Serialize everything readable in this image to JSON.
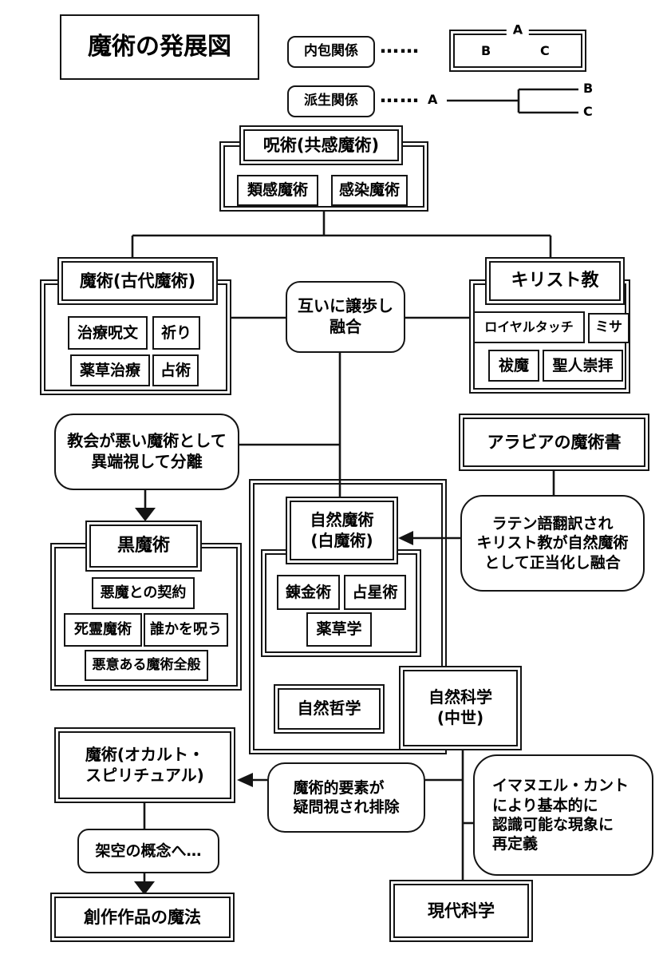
{
  "diagram_title": "魔術の発展図",
  "legend": {
    "inclusion": {
      "label": "内包関係",
      "dots": "……",
      "parent": "A",
      "child_left": "B",
      "child_right": "C"
    },
    "derivation": {
      "label": "派生関係",
      "dots": "……",
      "source": "A",
      "branch_top": "B",
      "branch_bottom": "C"
    }
  },
  "groups": {
    "sorcery": {
      "title": "呪術(共感魔術)",
      "items": [
        "類感魔術",
        "感染魔術"
      ]
    },
    "ancient_magic": {
      "title": "魔術(古代魔術)",
      "items": [
        "治療呪文",
        "祈り",
        "薬草治療",
        "占術"
      ]
    },
    "christianity": {
      "title": "キリスト教",
      "items": [
        "ロイヤルタッチ",
        "ミサ",
        "祓魔",
        "聖人崇拝"
      ]
    },
    "black_magic": {
      "title": "黒魔術",
      "items": [
        "悪魔との契約",
        "死霊魔術",
        "誰かを呪う",
        "悪意ある魔術全般"
      ]
    },
    "natural_magic": {
      "title": "自然魔術\n(白魔術)",
      "items": [
        "錬金術",
        "占星術",
        "薬草学"
      ]
    },
    "natural_science_medieval": {
      "title": "自然科学\n(中世)"
    }
  },
  "boxes": {
    "natural_philosophy": "自然哲学",
    "arabian_grimoire": "アラビアの魔術書",
    "occult_magic": "魔術(オカルト・\nスピリチュアル)",
    "fiction_magic": "創作作品の魔法",
    "modern_science": "現代科学"
  },
  "notes": {
    "mutual_concession": "互いに譲歩し\n融合",
    "church_separation": "教会が悪い魔術として\n異端視して分離",
    "latin_translation": "ラテン語翻訳され\nキリスト教が自然魔術\nとして正当化し融合",
    "elements_removed": "魔術的要素が\n疑問視され排除",
    "kant_redefinition": "イマヌエル・カント\nにより基本的に\n認識可能な現象に\n再定義",
    "fictional_concept": "架空の概念へ…"
  }
}
